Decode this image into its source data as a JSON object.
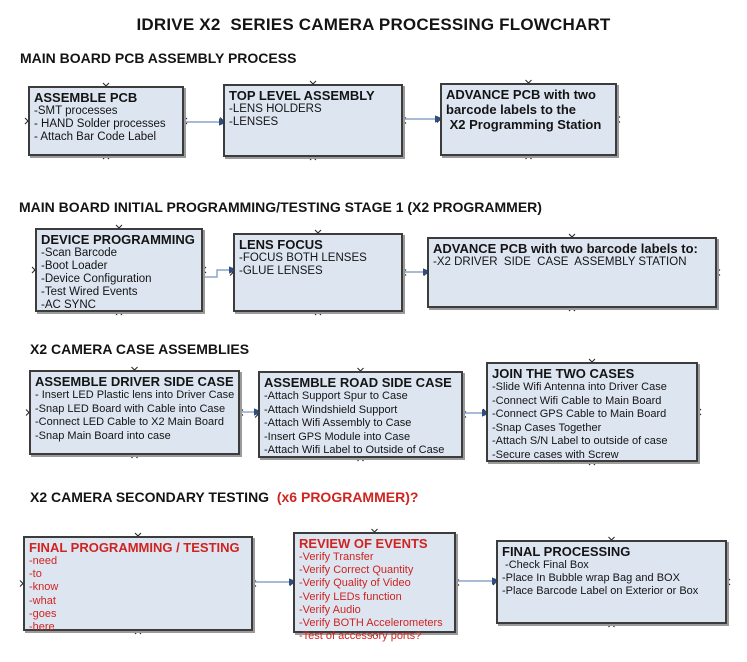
{
  "title": "IDRIVE X2  SERIES CAMERA PROCESSING FLOWCHART",
  "colors": {
    "box_fill": "#dde5f1",
    "box_border": "#3c3c3c",
    "shadow": "#9b9b9b",
    "red_text": "#cf2420",
    "connector_line": "#8ba3c7",
    "connector_head": "#2e4d80",
    "text": "#141414"
  },
  "sections": [
    {
      "heading": "MAIN BOARD PCB ASSEMBLY PROCESS",
      "heading_suffix": "",
      "boxes": [
        {
          "title": "ASSEMBLE PCB",
          "items": [
            "-SMT processes",
            "- HAND Solder processes",
            "- Attach Bar Code Label"
          ]
        },
        {
          "title": "TOP LEVEL ASSEMBLY",
          "items": [
            "-LENS HOLDERS",
            "-LENSES"
          ]
        },
        {
          "title": "ADVANCE PCB with two\nbarcode labels to the\n X2 Programming Station",
          "items": []
        }
      ]
    },
    {
      "heading": "MAIN BOARD INITIAL PROGRAMMING/TESTING STAGE 1 (X2 PROGRAMMER)",
      "heading_suffix": "",
      "boxes": [
        {
          "title": "DEVICE PROGRAMMING",
          "items": [
            "-Scan Barcode",
            "-Boot Loader",
            "-Device Configuration",
            "-Test Wired Events",
            "-AC SYNC"
          ]
        },
        {
          "title": "LENS FOCUS",
          "items": [
            "-FOCUS BOTH LENSES",
            "-GLUE LENSES"
          ]
        },
        {
          "title": "ADVANCE PCB with two barcode labels to:",
          "items": [
            "-X2 DRIVER  SIDE  CASE  ASSEMBLY STATION"
          ]
        }
      ]
    },
    {
      "heading": "X2 CAMERA CASE ASSEMBLIES",
      "heading_suffix": "",
      "boxes": [
        {
          "title": "ASSEMBLE DRIVER SIDE CASE",
          "items": [
            "- Insert LED Plastic lens into Driver Case",
            "-Snap LED Board with Cable into Case",
            "-Connect LED Cable to X2 Main Board",
            "-Snap Main Board into case"
          ]
        },
        {
          "title": "ASSEMBLE ROAD SIDE CASE",
          "items": [
            "-Attach Support Spur to Case",
            "-Attach Windshield Support",
            "-Attach Wifi Assembly to Case",
            "-Insert GPS Module into Case",
            "-Attach Wifi Label to Outside of Case"
          ]
        },
        {
          "title": "JOIN THE TWO CASES",
          "items": [
            "-Slide Wifi Antenna into Driver Case",
            "-Connect Wifi Cable to Main Board",
            "-Connect GPS Cable to Main Board",
            "-Snap Cases Together",
            "-Attach S/N Label to outside of case",
            "-Secure cases with Screw"
          ]
        }
      ]
    },
    {
      "heading": "X2 CAMERA SECONDARY TESTING ",
      "heading_suffix": " (x6 PROGRAMMER)?",
      "boxes": [
        {
          "title": "FINAL PROGRAMMING / TESTING",
          "red": true,
          "items": [
            "-need",
            "-to",
            "-know",
            "-what",
            "-goes",
            "-here"
          ]
        },
        {
          "title": "REVIEW OF EVENTS",
          "red": true,
          "items": [
            "-Verify Transfer",
            "-Verify Correct Quantity",
            "-Verify Quality of Video",
            "-Verify LEDs function",
            "-Verify Audio",
            "-Verify BOTH Accelerometers",
            "-Test of accessory ports?"
          ]
        },
        {
          "title": "FINAL PROCESSING",
          "items": [
            " -Check Final Box",
            "-Place In Bubble wrap Bag and BOX",
            "-Place Barcode Label on Exterior or Box"
          ]
        }
      ]
    }
  ]
}
